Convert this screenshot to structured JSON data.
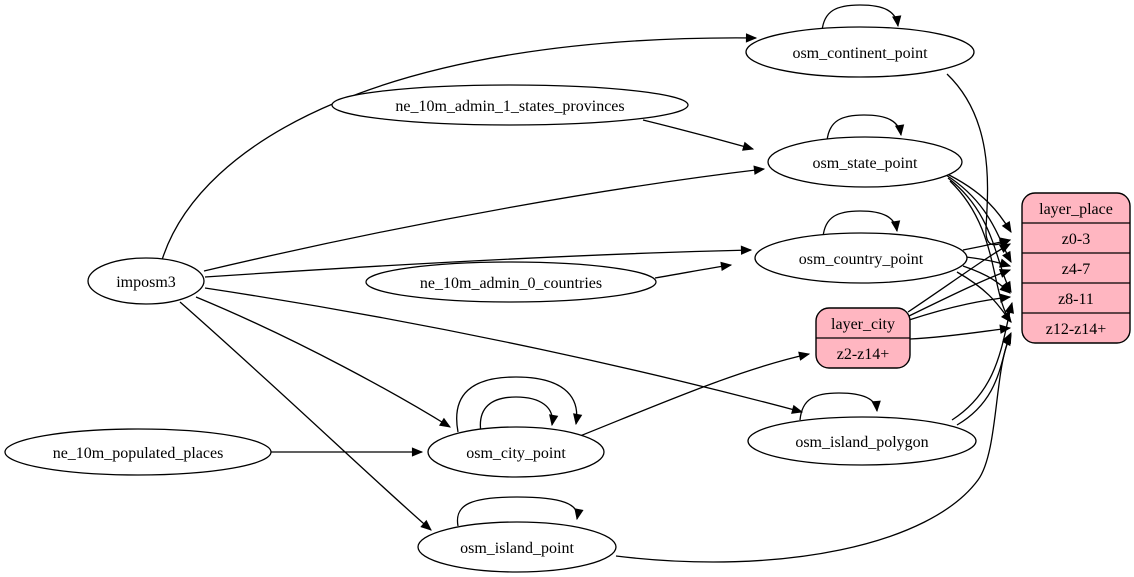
{
  "diagram": {
    "kind": "graphviz-etl-dataflow",
    "colors": {
      "background": "#ffffff",
      "ellipse_fill": "#ffffff",
      "record_fill": "#ffb6c1",
      "stroke": "#000000"
    },
    "nodes": {
      "imposm3": {
        "label": "imposm3",
        "type": "source"
      },
      "ne_10m_admin_1_states_provinces": {
        "label": "ne_10m_admin_1_states_provinces",
        "type": "source"
      },
      "ne_10m_admin_0_countries": {
        "label": "ne_10m_admin_0_countries",
        "type": "source"
      },
      "ne_10m_populated_places": {
        "label": "ne_10m_populated_places",
        "type": "source"
      },
      "osm_continent_point": {
        "label": "osm_continent_point",
        "type": "table"
      },
      "osm_state_point": {
        "label": "osm_state_point",
        "type": "table"
      },
      "osm_country_point": {
        "label": "osm_country_point",
        "type": "table"
      },
      "osm_city_point": {
        "label": "osm_city_point",
        "type": "table"
      },
      "osm_island_polygon": {
        "label": "osm_island_polygon",
        "type": "table"
      },
      "osm_island_point": {
        "label": "osm_island_point",
        "type": "table"
      }
    },
    "records": {
      "layer_place": {
        "title": "layer_place",
        "rows": [
          "z0-3",
          "z4-7",
          "z8-11",
          "z12-z14+"
        ]
      },
      "layer_city": {
        "title": "layer_city",
        "rows": [
          "z2-z14+"
        ]
      }
    },
    "edges": [
      {
        "from": "imposm3",
        "to": "osm_continent_point"
      },
      {
        "from": "imposm3",
        "to": "osm_state_point"
      },
      {
        "from": "imposm3",
        "to": "osm_country_point"
      },
      {
        "from": "imposm3",
        "to": "osm_city_point"
      },
      {
        "from": "imposm3",
        "to": "osm_island_polygon"
      },
      {
        "from": "imposm3",
        "to": "osm_island_point"
      },
      {
        "from": "ne_10m_admin_1_states_provinces",
        "to": "osm_state_point"
      },
      {
        "from": "ne_10m_admin_0_countries",
        "to": "osm_country_point"
      },
      {
        "from": "ne_10m_populated_places",
        "to": "osm_city_point"
      },
      {
        "from": "osm_continent_point",
        "to": "osm_continent_point",
        "self_loop": true
      },
      {
        "from": "osm_state_point",
        "to": "osm_state_point",
        "self_loop": true
      },
      {
        "from": "osm_country_point",
        "to": "osm_country_point",
        "self_loop": true
      },
      {
        "from": "osm_city_point",
        "to": "osm_city_point",
        "self_loop": true
      },
      {
        "from": "osm_city_point",
        "to": "osm_city_point",
        "self_loop": true
      },
      {
        "from": "osm_island_polygon",
        "to": "osm_island_polygon",
        "self_loop": true
      },
      {
        "from": "osm_island_point",
        "to": "osm_island_point",
        "self_loop": true
      },
      {
        "from": "osm_city_point",
        "to": "layer_city",
        "to_port": "z2-z14+"
      },
      {
        "from": "osm_continent_point",
        "to": "layer_place",
        "to_port": "z0-3"
      },
      {
        "from": "osm_state_point",
        "to": "layer_place",
        "to_port": "z0-3"
      },
      {
        "from": "osm_state_point",
        "to": "layer_place",
        "to_port": "z4-7"
      },
      {
        "from": "osm_state_point",
        "to": "layer_place",
        "to_port": "z8-11"
      },
      {
        "from": "osm_state_point",
        "to": "layer_place",
        "to_port": "z12-z14+"
      },
      {
        "from": "osm_country_point",
        "to": "layer_place",
        "to_port": "z0-3"
      },
      {
        "from": "osm_country_point",
        "to": "layer_place",
        "to_port": "z4-7"
      },
      {
        "from": "osm_country_point",
        "to": "layer_place",
        "to_port": "z8-11"
      },
      {
        "from": "osm_country_point",
        "to": "layer_place",
        "to_port": "z12-z14+"
      },
      {
        "from": "layer_city",
        "to": "layer_place",
        "to_port": "z0-3"
      },
      {
        "from": "layer_city",
        "to": "layer_place",
        "to_port": "z4-7"
      },
      {
        "from": "layer_city",
        "to": "layer_place",
        "to_port": "z8-11"
      },
      {
        "from": "layer_city",
        "to": "layer_place",
        "to_port": "z12-z14+"
      },
      {
        "from": "osm_island_polygon",
        "to": "layer_place",
        "to_port": "z8-11"
      },
      {
        "from": "osm_island_polygon",
        "to": "layer_place",
        "to_port": "z12-z14+"
      },
      {
        "from": "osm_island_point",
        "to": "layer_place",
        "to_port": "z12-z14+"
      }
    ]
  }
}
